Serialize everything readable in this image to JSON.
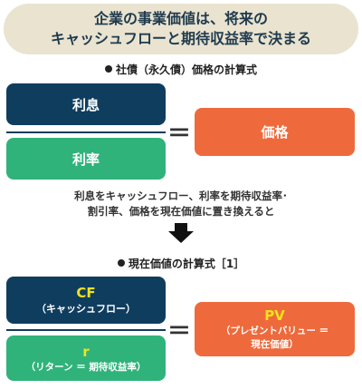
{
  "title": {
    "line1": "企業の事業価値は、将来の",
    "line2": "キャッシュフローと期待収益率で決まる"
  },
  "bond_formula": {
    "heading": "社債（永久債）価格の計算式",
    "numerator": "利息",
    "denominator": "利率",
    "equals": "＝",
    "result": "価格"
  },
  "note": {
    "line1": "利息をキャッシュフロー、利率を期待収益率･",
    "line2": "割引率、価格を現在価値に置き換えると"
  },
  "pv_formula": {
    "heading": "現在価値の計算式［1］",
    "numerator_main": "CF",
    "numerator_sub": "（キャッシュフロー）",
    "denominator_main": "r",
    "denominator_sub": "（リターン ＝ 期待収益率）",
    "equals": "＝",
    "result_main": "PV",
    "result_sub_line1": "（プレゼントバリュー ＝",
    "result_sub_line2": "現在価値）"
  },
  "colors": {
    "navy": "#0f3d5e",
    "green": "#2fb37a",
    "orange": "#ee6a3c",
    "yellow": "#f4e21d",
    "banner": "#e9e3d0"
  }
}
